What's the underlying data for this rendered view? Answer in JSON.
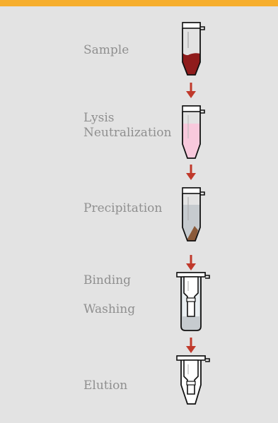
{
  "colors": {
    "top_bar": "#f6ae2d",
    "panel_background": "#e3e3e3",
    "label_text": "#8f8f8f",
    "arrow": "#c0392b",
    "sample_fill": "#8f1c1c",
    "lysate_fill": "#f8c9dc",
    "supernatant_fill": "#c6cbcf",
    "pellet_fill": "#8a5a3a",
    "tube_outline": "#111111"
  },
  "steps": [
    {
      "id": "sample",
      "labels": [
        "Sample"
      ],
      "icon": "tube-with-red-sample-icon"
    },
    {
      "id": "lysis",
      "labels": [
        "Lysis",
        "Neutralization"
      ],
      "icon": "tube-with-pink-lysate-icon"
    },
    {
      "id": "precipitation",
      "labels": [
        "Precipitation"
      ],
      "icon": "tube-with-pellet-icon"
    },
    {
      "id": "binding-washing",
      "labels": [
        "Binding",
        "Washing"
      ],
      "icon": "spin-column-in-tube-icon"
    },
    {
      "id": "elution",
      "labels": [
        "Elution"
      ],
      "icon": "spin-column-elution-icon"
    }
  ],
  "arrows": [
    "down-arrow-icon",
    "down-arrow-icon",
    "down-arrow-icon",
    "down-arrow-icon"
  ]
}
